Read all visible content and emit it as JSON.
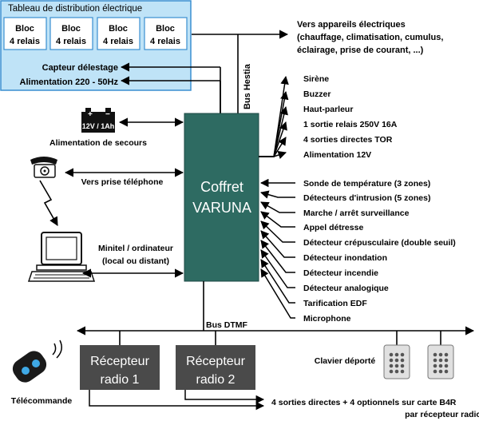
{
  "panel": {
    "title": "Tableau de distribution électrique",
    "blocs": [
      {
        "line1": "Bloc",
        "line2": "4 relais"
      },
      {
        "line1": "Bloc",
        "line2": "4 relais"
      },
      {
        "line1": "Bloc",
        "line2": "4 relais"
      },
      {
        "line1": "Bloc",
        "line2": "4 relais"
      }
    ],
    "capteur": "Capteur délestage",
    "alimentation": "Alimentation 220 - 50Hz"
  },
  "appareils": {
    "line1": "Vers appareils électriques",
    "line2": "(chauffage, climatisation, cumulus,",
    "line3": "éclairage, prise de courant, ...)"
  },
  "bus_hestia": "Bus Hestia",
  "battery": {
    "label": "12V / 1Ah",
    "plus": "+",
    "minus": "−"
  },
  "alim_secours": "Alimentation de secours",
  "prise_telephone": "Vers prise téléphone",
  "minitel": {
    "line1": "Minitel / ordinateur",
    "line2": "(local ou distant)"
  },
  "coffret": {
    "line1": "Coffret",
    "line2": "VARUNA",
    "color": "#2e6b62"
  },
  "outputs": [
    "Sirène",
    "Buzzer",
    "Haut-parleur",
    "1 sortie relais 250V 16A",
    "4 sorties directes TOR",
    "Alimentation 12V"
  ],
  "inputs": [
    "Sonde de température (3 zones)",
    "Détecteurs d'intrusion (5 zones)",
    "Marche / arrêt surveillance",
    "Appel détresse",
    "Détecteur crépusculaire (double seuil)",
    "Détecteur inondation",
    "Détecteur incendie",
    "Détecteur analogique",
    "Tarification EDF",
    "Microphone"
  ],
  "bus_dtmf": "Bus DTMF",
  "recepteurs": [
    {
      "line1": "Récepteur",
      "line2": "radio 1"
    },
    {
      "line1": "Récepteur",
      "line2": "radio 2"
    }
  ],
  "clavier": "Clavier déporté",
  "telecommande": "Télécommande",
  "sorties_b4r": {
    "line1": "4 sorties directes + 4 optionnels sur carte B4R",
    "line2": "par récepteur radio"
  },
  "colors": {
    "panel_fill": "#bfe3f7",
    "panel_border": "#3a8fd0",
    "receiver_fill": "#4a4a4a"
  }
}
